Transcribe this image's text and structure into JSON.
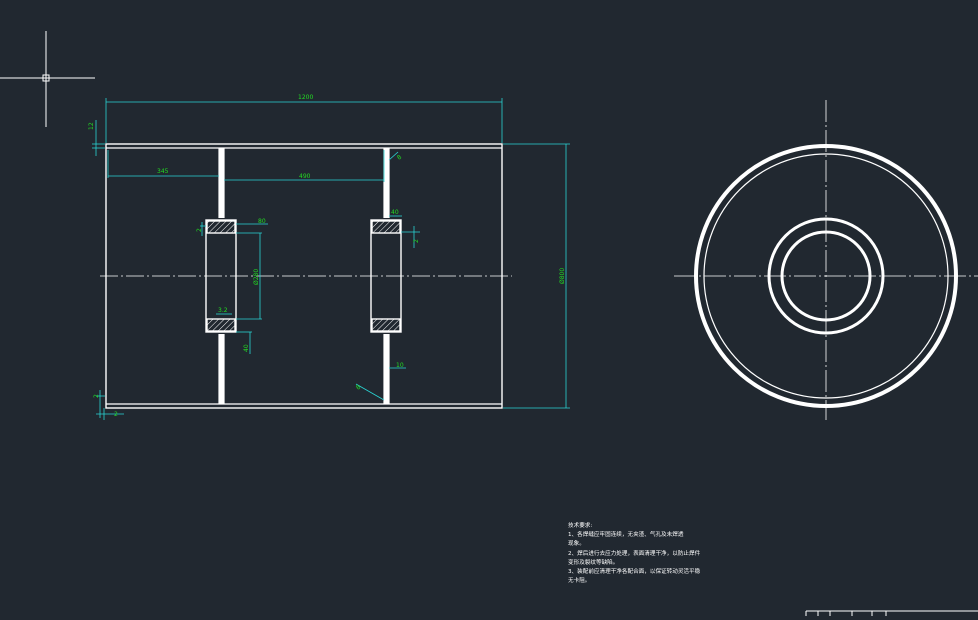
{
  "drawing": {
    "dims": {
      "overall_width": "1200",
      "top_thickness": "12",
      "left_offset": "345",
      "spacing": "490",
      "weld_top": "8",
      "weld_bottom": "8",
      "boss_width_left": "80",
      "boss_width_right": "40",
      "left_gap": "2",
      "right_gap": "2",
      "bore_dia": "Ø280",
      "small_3": "3.2",
      "boss_len": "40",
      "web_thk": "10",
      "outer_dia": "Ø800",
      "bottom_thk_v": "2",
      "bottom_thk_h": "2"
    },
    "notes": {
      "title": "技术要求:",
      "lines": [
        "1、各焊缝应牢固连续，无夹渣、气孔及未焊透",
        "   现象。",
        "2、焊后进行去应力处理，表面清理干净，以防止焊件",
        "   变形及裂纹等缺陷。",
        "3、装配前应清理干净各配合面，以保证转动灵活平稳",
        "   无卡阻。"
      ]
    }
  }
}
